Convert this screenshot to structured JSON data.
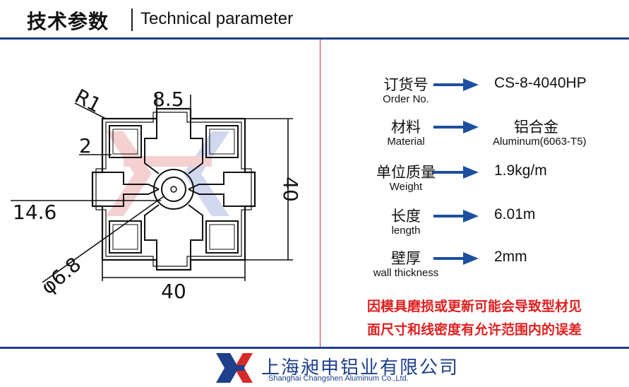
{
  "header": {
    "title_cn": "技术参数",
    "title_en": "Technical parameter"
  },
  "drawing": {
    "dim_r": "R1",
    "dim_slot": "8.5",
    "dim_wall": "2",
    "dim_height": "40",
    "dim_inner": "14.6",
    "dim_hole": "φ6.8",
    "dim_width": "40"
  },
  "params": [
    {
      "label_cn": "订货号",
      "label_en": "Order No.",
      "value": "CS-8-4040HP"
    },
    {
      "label_cn": "材料",
      "label_en": "Material",
      "value_cn": "铝合金",
      "value_sub": "Aluminum(6063-T5)"
    },
    {
      "label_cn": "单位质量",
      "label_en": "Weight",
      "value": "1.9kg/m"
    },
    {
      "label_cn": "长度",
      "label_en": "length",
      "value": "6.01m"
    },
    {
      "label_cn": "壁厚",
      "label_en": "wall thickness",
      "value": "2mm"
    }
  ],
  "note": {
    "line1": "因模具磨损或更新可能会导致型材见",
    "line2": "面尺寸和线密度有允许范围内的误差"
  },
  "company": {
    "name_cn": "上海昶申铝业有限公司",
    "name_en": "Shanghai  Changshen Aluminum  Co.,Ltd."
  },
  "colors": {
    "navy": "#1d3f8c",
    "red": "#d62b2b",
    "arrow": "#1d4fa0"
  }
}
